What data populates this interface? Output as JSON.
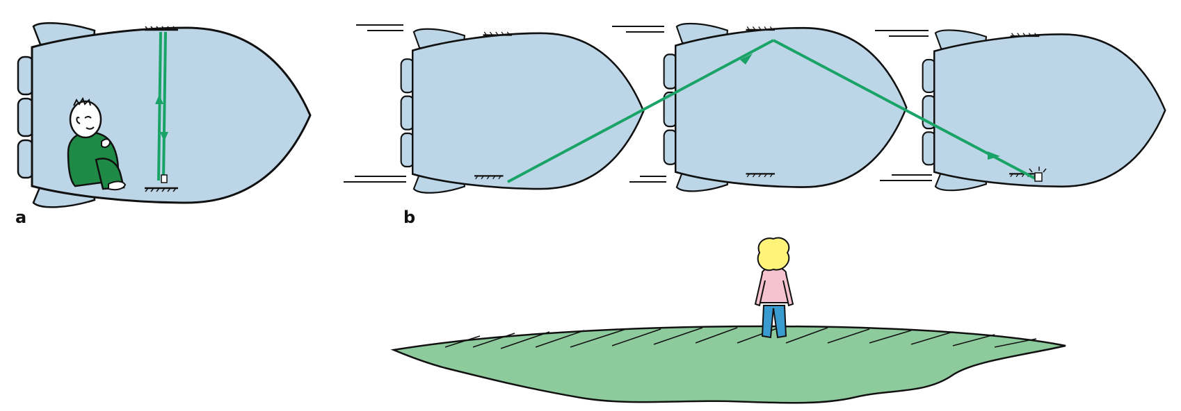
{
  "panel_labels": {
    "a": "a",
    "b": "b"
  },
  "colors": {
    "ship_fill": "#bcd6e8",
    "outline": "#111111",
    "beam": "#1aa366",
    "astronaut": "#1f8a45",
    "ground": "#8ecb9c",
    "shirt": "#f4c3cf",
    "jeans": "#3a9bd0",
    "hair": "#fff37a"
  },
  "icons": [
    "rocket-ship",
    "light-clock",
    "light-beam",
    "astronaut",
    "observer-person",
    "ground-hill",
    "motion-lines"
  ]
}
